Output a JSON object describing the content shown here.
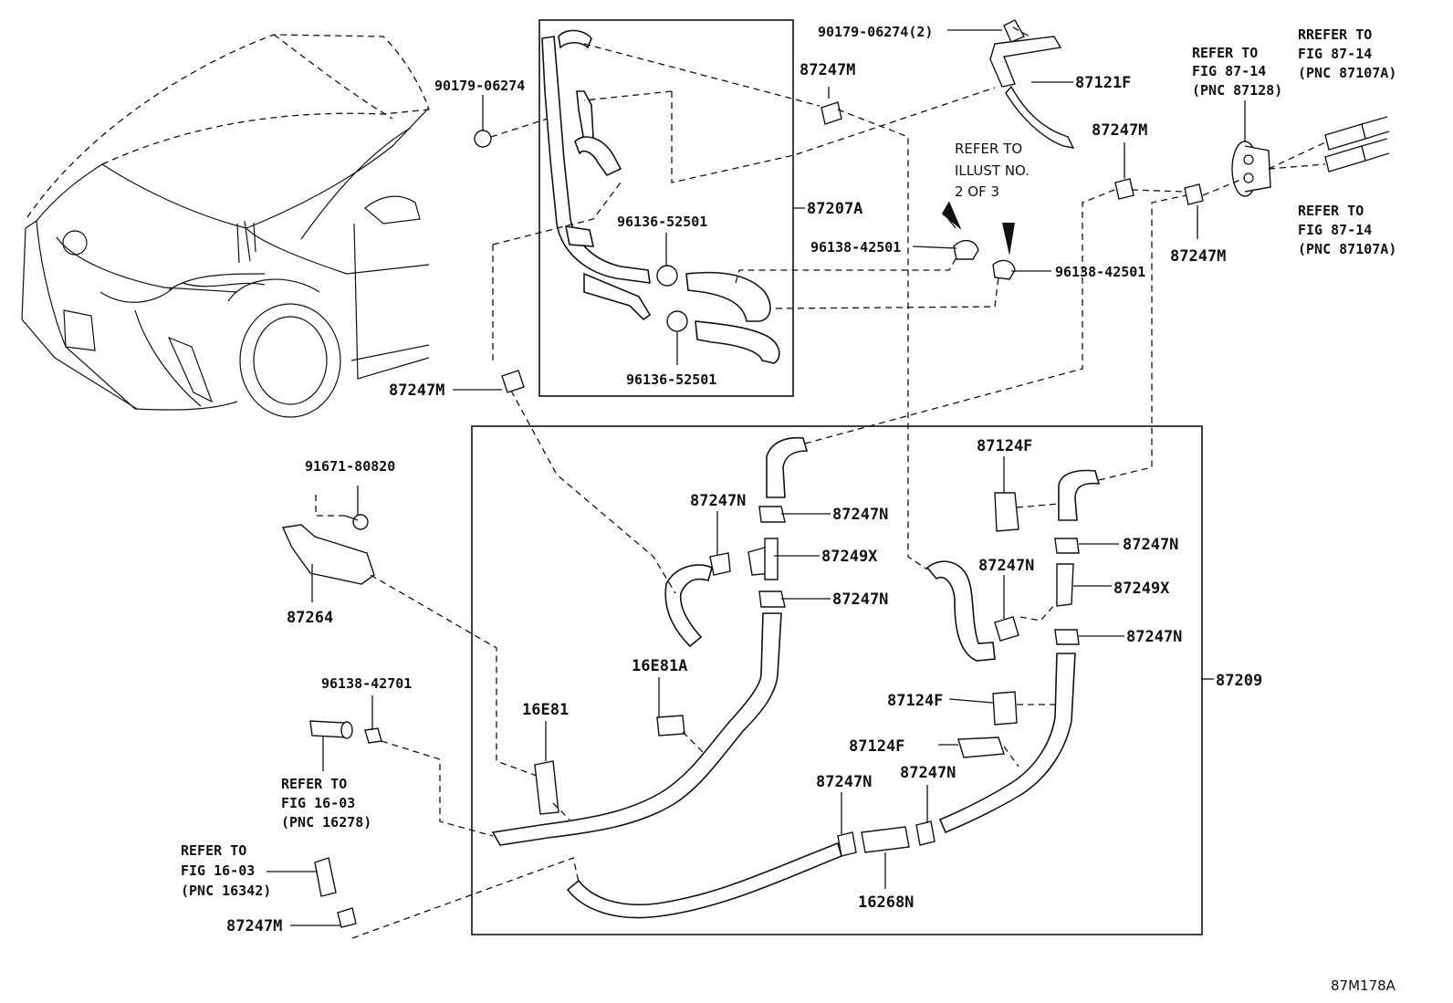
{
  "diagram_id": "87M178A",
  "labels": {
    "p_90179_06274_2": "90179-06274(2)",
    "p_87121F": "87121F",
    "p_87247M_top": "87247M",
    "p_90179_06274": "90179-06274",
    "p_87207A": "87207A",
    "p_96136_52501_a": "96136-52501",
    "p_96136_52501_b": "96136-52501",
    "p_96138_42501_a": "96138-42501",
    "p_96138_42501_b": "96138-42501",
    "p_87247M_right_a": "87247M",
    "p_87247M_right_b": "87247M",
    "p_87247M_left": "87247M",
    "p_91671_80820": "91671-80820",
    "p_87264": "87264",
    "p_96138_42701": "96138-42701",
    "p_87247M_bottom": "87247M",
    "p_87247N_1": "87247N",
    "p_87247N_2": "87247N",
    "p_87249X_1": "87249X",
    "p_87247N_3": "87247N",
    "p_16E81A": "16E81A",
    "p_16E81": "16E81",
    "p_87124F_1": "87124F",
    "p_87247N_4": "87247N",
    "p_87247N_5": "87247N",
    "p_87249X_2": "87249X",
    "p_87247N_6": "87247N",
    "p_87209": "87209",
    "p_87124F_2": "87124F",
    "p_87124F_3": "87124F",
    "p_87247N_7": "87247N",
    "p_87247N_8": "87247N",
    "p_16268N": "16268N"
  },
  "notes": {
    "illust": [
      "REFER TO",
      "ILLUST NO.",
      "2 OF 3"
    ],
    "fig_87_14_a": [
      "REFER TO",
      "FIG 87-14",
      "(PNC 87128)"
    ],
    "fig_87_14_b": [
      "RREFER TO",
      "FIG 87-14",
      "(PNC 87107A)"
    ],
    "fig_87_14_c": [
      "REFER TO",
      "FIG 87-14",
      "(PNC 87107A)"
    ],
    "fig_16_03_a": [
      "REFER TO",
      "FIG 16-03",
      "(PNC 16278)"
    ],
    "fig_16_03_b": [
      "REFER TO",
      "FIG 16-03",
      "(PNC 16342)"
    ]
  }
}
